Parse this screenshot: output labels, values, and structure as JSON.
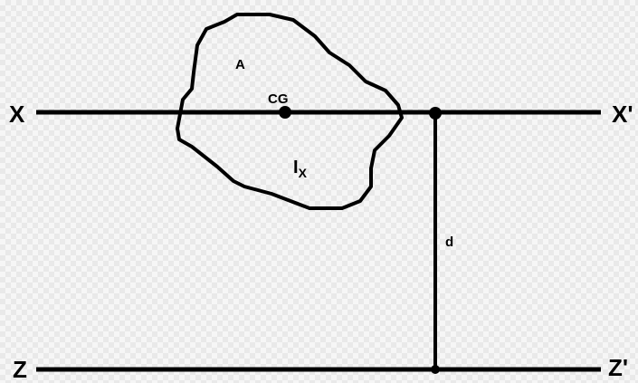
{
  "diagram": {
    "labels": {
      "x_axis_left": "X",
      "x_axis_right": "X'",
      "z_axis_left": "Z",
      "z_axis_right": "Z'",
      "area": "A",
      "centroid": "CG",
      "moment_main": "I",
      "moment_sub": "X",
      "distance": "d"
    },
    "colors": {
      "stroke": "#000000",
      "background": "#f6f6f6"
    }
  }
}
